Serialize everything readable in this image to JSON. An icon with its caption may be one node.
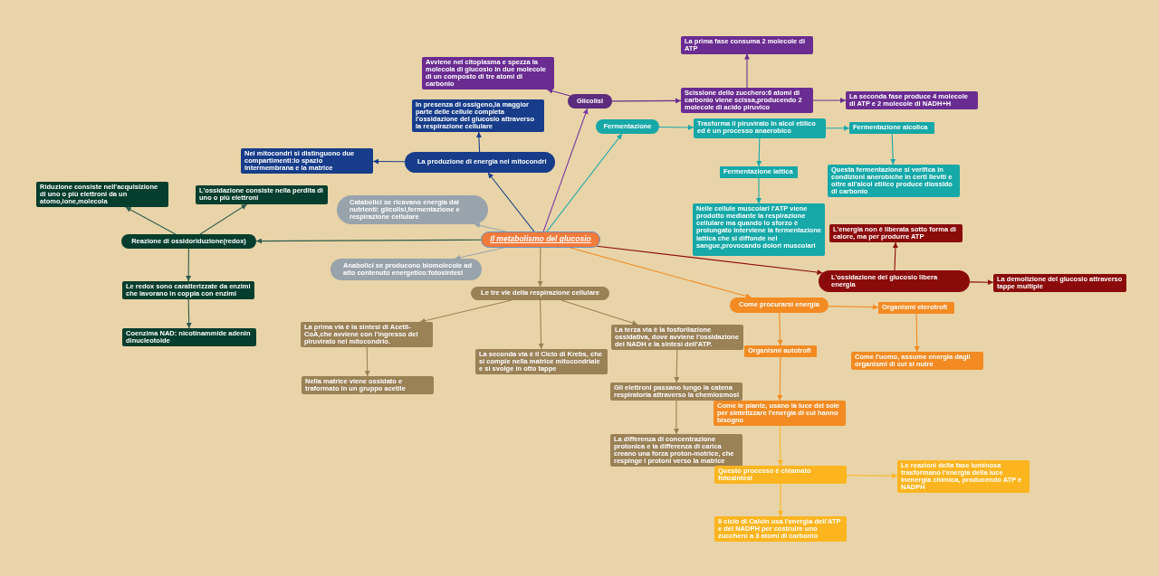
{
  "diagram": {
    "nodes": [
      {
        "text": [
          "Il metabolismo del glucosio"
        ]
      },
      {
        "text": [
          "Glicolisi"
        ]
      },
      {
        "text": [
          "Avviene nel citoplasma e spezza la molecola di glucosio in due molecole di un composto di tre atomi di carbonio"
        ]
      },
      {
        "text": [
          "Scissione dello zucchero:6 atomi di carbonio viene scissa,producendo 2 molecole di acido piruvico"
        ]
      },
      {
        "text": [
          "La prima fase consuma 2 molecole di ATP"
        ]
      },
      {
        "text": [
          "La seconda fase produce 4 molecole di ATP e 2 molecole di NADH+H"
        ]
      },
      {
        "text": [
          "Fermentazione"
        ]
      },
      {
        "text": [
          "Trasforma il piruvirato in alcol etilico ed è un processo anaerobico"
        ]
      },
      {
        "text": [
          "Fermentazione alcolica"
        ]
      },
      {
        "text": [
          "Fermentazione lattica"
        ]
      },
      {
        "text": [
          "Questa fermentazione si verifica in condizioni anerobiche in certi lieviti e oltre all'alcol etilico produce diossido di carbonio"
        ]
      },
      {
        "text": [
          "Nelle cellule muscolari l'ATP viene prodotto mediante la respirazione cellulare ma quando lo sforzo è prolungato interviene la fermentazione lattica che si diffonde nel sangue,provocando dolori muscolari"
        ]
      },
      {
        "text": [
          "La produzione di energia nei mitocondri"
        ]
      },
      {
        "text": [
          "In presenza di ossigeno,la maggior parte delle cellule completa l'ossidazione del glucosio attraverso la respirazione cellulare"
        ]
      },
      {
        "text": [
          "Nei mitocondri si distinguono due compartimenti:lo spazio intermembrana e la matrice"
        ]
      },
      {
        "text": [
          "Catabolici se ricavano energia dai nutrienti: glicolisi,fermentazione e respirazione cellulare"
        ]
      },
      {
        "text": [
          "Anabolici se producono biomolecole ad alto contenuto energetico:fotosintesi"
        ]
      },
      {
        "text": [
          "Reazione di ossidoriduzione(redox)"
        ]
      },
      {
        "text": [
          "Riduzione consiste nell'acquisizione di uno o più elettroni da un atomo,ione,molecola"
        ]
      },
      {
        "text": [
          "L'ossidazione consiste nella perdita di uno o più elettroni"
        ]
      },
      {
        "text": [
          "Le redox sono caratterizzate da enzimi che lavorano in coppia con enzimi"
        ]
      },
      {
        "text": [
          "Coenzima NAD: nicotinammide adenin dinucleotoide"
        ]
      },
      {
        "text": [
          "Le tre vie della respirazione cellulare"
        ]
      },
      {
        "text": [
          "La prima via è la sintesi di Acetil-CoA,che avviene con l'ingresso del piruvirato nel mitocondrio."
        ]
      },
      {
        "text": [
          "Nella matrice viene ossidato e traformato in un gruppo acetile"
        ]
      },
      {
        "text": [
          "La seconda via è il Ciclo di Krebs, che si compie nella matrice mitocondriale e si svolge in otto tappe"
        ]
      },
      {
        "text": [
          "La terza via è la fosforilazione ossidativa, dove avviene l'ossidazione del NADH e la sintesi dell'ATP."
        ]
      },
      {
        "text": [
          "Gli elettroni passano lungo la catena respiratoria attraverso la chemiosmosi"
        ]
      },
      {
        "text": [
          "La differenza di concentrazione protonica e la differenza di carica creano una forza proton-motrice, che respinge i protoni verso la matrice"
        ]
      },
      {
        "text": [
          "L’ossidazione del glucosio libera energia"
        ]
      },
      {
        "text": [
          "L’energia non è liberata sotto forma di calore, ma per produrre ATP"
        ]
      },
      {
        "text": [
          "La demolizione del glucosio attraverso tappe multiple"
        ]
      },
      {
        "text": [
          "Come procurarsi energia"
        ]
      },
      {
        "text": [
          "Organismi eterotrofi"
        ]
      },
      {
        "text": [
          "Come l'uomo, assume energia dagli organismi di cui si nutre"
        ]
      },
      {
        "text": [
          "Organismi autotrofi"
        ]
      },
      {
        "text": [
          "Come le piante, usano la luce del sole per sintetizzare l'energia di cui hanno bisogno"
        ]
      },
      {
        "text": [
          "Questo processo è chiamato fotosintesi"
        ]
      },
      {
        "text": [
          "Le reazioni della fase luminosa trasformano l'energia della luce inenergia chimica, producendo ATP e NADPH"
        ]
      },
      {
        "text": [
          "Il ciclo di Calvin usa l'energia dell'ATP e del NADPH per costruire uno zucchero a 3 atomi di carbonio"
        ]
      }
    ],
    "edges": [
      {
        "from": 0,
        "to": 12,
        "arrow": "to",
        "color": "#173d8a"
      },
      {
        "from": 0,
        "to": 1,
        "arrow": "to",
        "color": "#7b3aa8"
      },
      {
        "from": 0,
        "to": 6,
        "arrow": "to",
        "color": "#17a8a8"
      },
      {
        "from": 0,
        "to": 15,
        "arrow": "to",
        "color": "#99a3ac"
      },
      {
        "from": 0,
        "to": 16,
        "arrow": "to",
        "color": "#99a3ac"
      },
      {
        "from": 0,
        "to": 17,
        "arrow": "to",
        "color": "#2e5b4b"
      },
      {
        "from": 0,
        "to": 22,
        "arrow": "to"
      },
      {
        "from": 0,
        "to": 29,
        "arrow": "to",
        "color": "#8b0b0b"
      },
      {
        "from": 0,
        "to": 32,
        "arrow": "to",
        "color": "#f38b22"
      },
      {
        "from": 1,
        "to": 2,
        "arrow": "to",
        "color": "#6a2c91"
      },
      {
        "from": 1,
        "to": 3,
        "arrow": "to",
        "color": "#6a2c91"
      },
      {
        "from": 3,
        "to": 4,
        "arrow": "to",
        "color": "#6a2c91"
      },
      {
        "from": 3,
        "to": 5,
        "arrow": "to",
        "color": "#6a2c91"
      },
      {
        "from": 6,
        "to": 7,
        "arrow": "to",
        "color": "#17a8a8"
      },
      {
        "from": 7,
        "to": 8,
        "arrow": "to",
        "color": "#17a8a8"
      },
      {
        "from": 7,
        "to": 9,
        "arrow": "to",
        "color": "#17a8a8"
      },
      {
        "from": 8,
        "to": 10,
        "arrow": "to",
        "color": "#17a8a8"
      },
      {
        "from": 9,
        "to": 11,
        "arrow": "to",
        "color": "#17a8a8"
      },
      {
        "from": 12,
        "to": 13,
        "arrow": "to",
        "color": "#173d8a"
      },
      {
        "from": 12,
        "to": 14,
        "arrow": "to",
        "color": "#173d8a"
      },
      {
        "from": 17,
        "to": 18,
        "arrow": "to",
        "color": "#2e5b4b"
      },
      {
        "from": 17,
        "to": 19,
        "arrow": "to",
        "color": "#2e5b4b"
      },
      {
        "from": 17,
        "to": 20,
        "arrow": "to",
        "color": "#2e5b4b"
      },
      {
        "from": 20,
        "to": 21,
        "arrow": "to",
        "color": "#2e5b4b"
      },
      {
        "from": 22,
        "to": 23,
        "arrow": "to"
      },
      {
        "from": 22,
        "to": 25,
        "arrow": "to"
      },
      {
        "from": 22,
        "to": 26,
        "arrow": "to"
      },
      {
        "from": 23,
        "to": 24,
        "arrow": "to"
      },
      {
        "from": 26,
        "to": 27,
        "arrow": "to"
      },
      {
        "from": 27,
        "to": 28,
        "arrow": "to"
      },
      {
        "from": 29,
        "to": 30,
        "arrow": "to",
        "color": "#8b0b0b"
      },
      {
        "from": 29,
        "to": 31,
        "arrow": "to",
        "color": "#8b0b0b"
      },
      {
        "from": 32,
        "to": 33,
        "arrow": "to",
        "color": "#f38b22"
      },
      {
        "from": 32,
        "to": 35,
        "arrow": "to",
        "color": "#f38b22"
      },
      {
        "from": 33,
        "to": 34,
        "arrow": "to",
        "color": "#f38b22"
      },
      {
        "from": 35,
        "to": 36,
        "arrow": "to",
        "color": "#f38b22"
      },
      {
        "from": 36,
        "to": 37,
        "arrow": "to",
        "color": "#fcb51f"
      },
      {
        "from": 37,
        "to": 38,
        "arrow": "to",
        "color": "#fcb51f"
      },
      {
        "from": 37,
        "to": 39,
        "arrow": "to",
        "color": "#fcb51f"
      }
    ]
  }
}
